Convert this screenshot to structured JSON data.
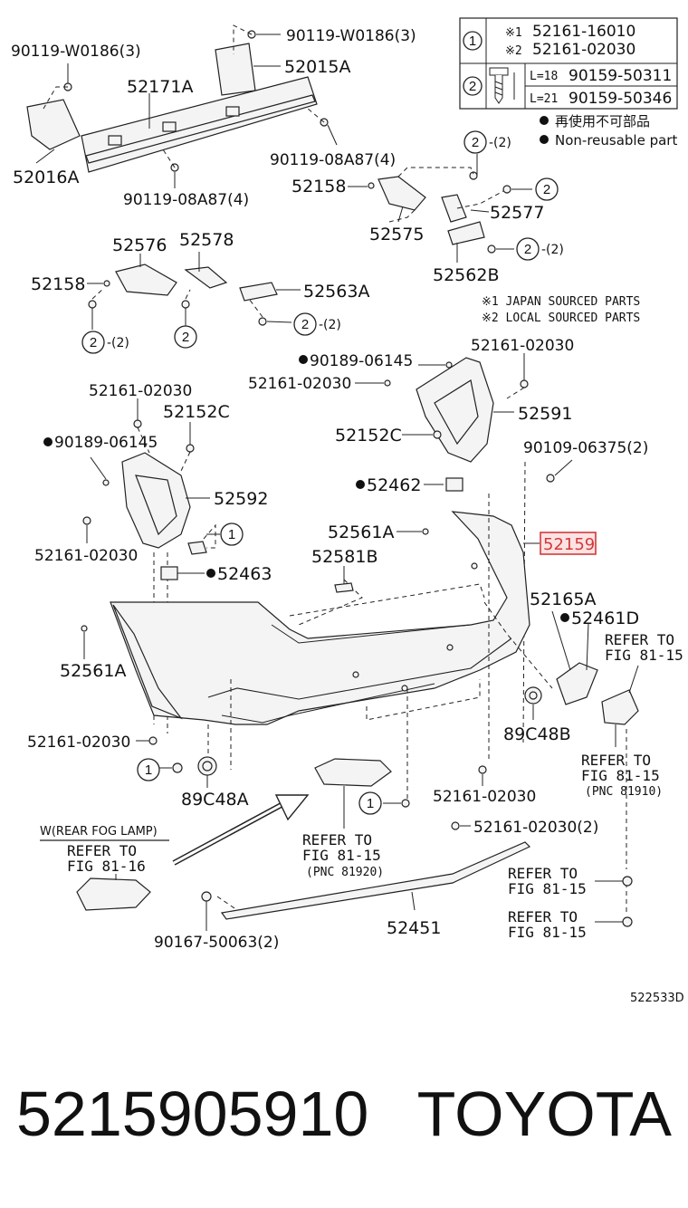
{
  "legend": {
    "row1": {
      "num": "1",
      "variants": [
        {
          "mark": "※1",
          "part": "52161-16010"
        },
        {
          "mark": "※2",
          "part": "52161-02030"
        }
      ]
    },
    "row2": {
      "num": "2",
      "variants": [
        {
          "len": "L=18",
          "part": "90159-50311"
        },
        {
          "len": "L=21",
          "part": "90159-50346"
        }
      ]
    },
    "non_reusable_jp": "再使用不可部品",
    "non_reusable_en": "Non-reusable part",
    "source_note_1": "※1  JAPAN SOURCED PARTS",
    "source_note_2": "※2  LOCAL SOURCED PARTS"
  },
  "callouts": {
    "p90119_w0186_left": "90119-W0186(3)",
    "p90119_w0186_top": "90119-W0186(3)",
    "p52015a": "52015A",
    "p52171a": "52171A",
    "p52016a": "52016A",
    "p90119_08a87_right": "90119-08A87(4)",
    "p90119_08a87_bottom": "90119-08A87(4)",
    "p52158_top": "52158",
    "p52575": "52575",
    "p52577": "52577",
    "p52562b": "52562B",
    "p52576": "52576",
    "p52578": "52578",
    "p52158_left": "52158",
    "p52563a": "52563A",
    "qty2": "-(2)",
    "p90189_06145_right": "90189-06145",
    "p52161_02030_a": "52161-02030",
    "p52161_02030_b": "52161-02030",
    "p52591": "52591",
    "p52152c_right": "52152C",
    "p90109_06375": "90109-06375(2)",
    "p52161_02030_c": "52161-02030",
    "p52152c_left": "52152C",
    "p90189_06145_left": "90189-06145",
    "p52592": "52592",
    "p52462": "52462",
    "p52161_02030_d": "52161-02030",
    "p52561a_right": "52561A",
    "p52159": "52159",
    "p52581b": "52581B",
    "p52463": "52463",
    "p52165a": "52165A",
    "p52461d": "52461D",
    "p52561a_left": "52561A",
    "refer_to": "REFER TO",
    "fig_81_15": "FIG 81-15",
    "fig_81_16": "FIG 81-16",
    "pnc_81910": "(PNC 81910)",
    "pnc_81920": "(PNC 81920)",
    "p89c48b": "89C48B",
    "p52161_02030_e": "52161-02030",
    "p89c48a": "89C48A",
    "p52161_02030_f": "52161-02030",
    "p52161_02030_g": "52161-02030(2)",
    "rear_fog_lamp": "W(REAR FOG LAMP)",
    "p52451": "52451",
    "p90167_50063": "90167-50063(2)",
    "diagram_id": "522533D"
  },
  "footer": {
    "part_number": "5215905910",
    "brand": "TOYOTA"
  },
  "colors": {
    "highlight": "#d23a3a",
    "highlight_fill": "#fbe3e3",
    "line": "#222222"
  }
}
